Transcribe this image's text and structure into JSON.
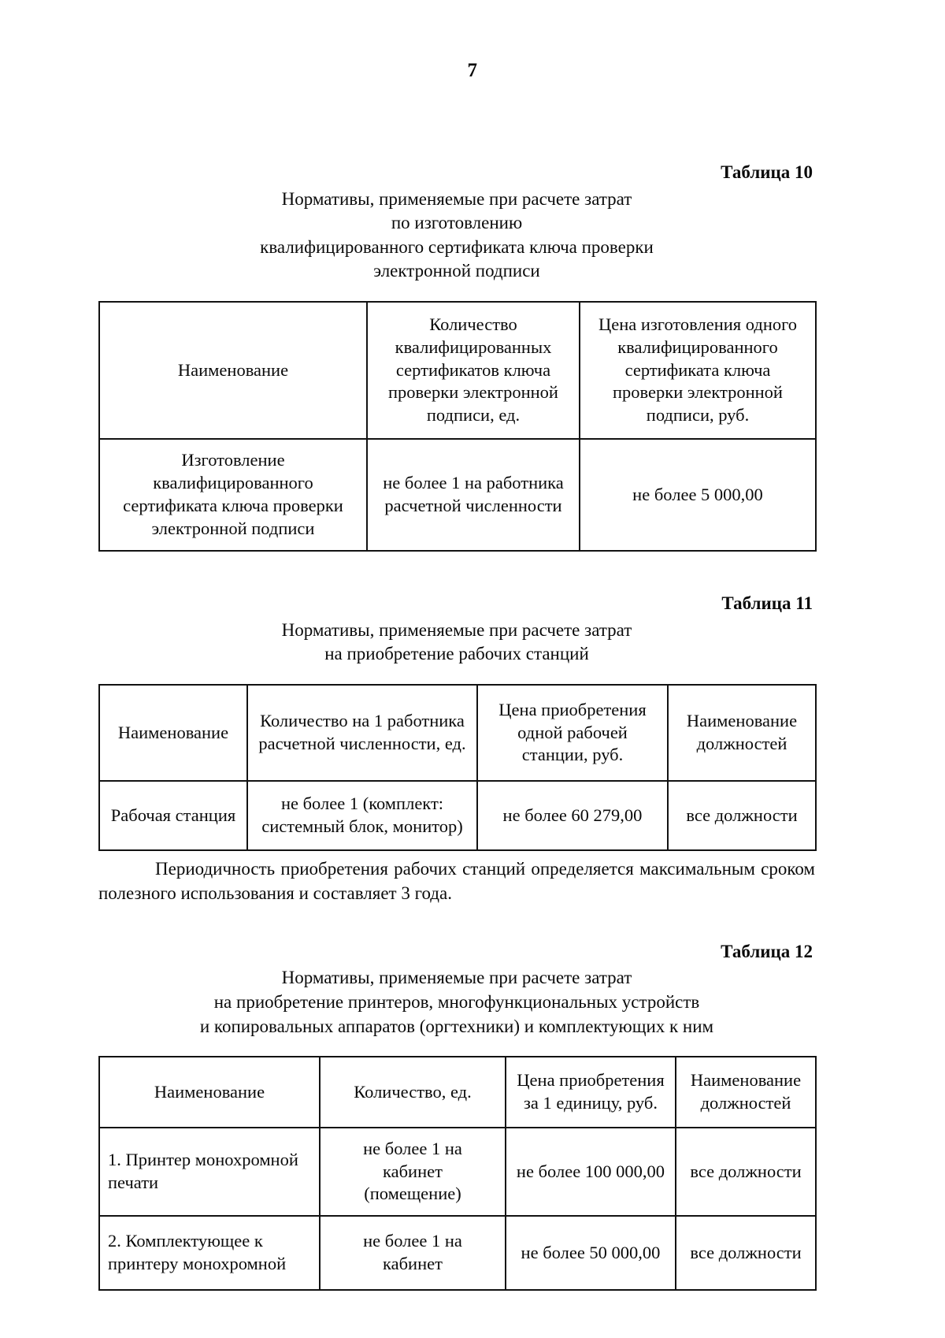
{
  "document": {
    "page_number": "7"
  },
  "tables": [
    {
      "label": "Таблица 10",
      "title_lines": [
        "Нормативы, применяемые при расчете затрат",
        "по изготовлению",
        "квалифицированного сертификата ключа проверки",
        "электронной подписи"
      ],
      "headers": [
        {
          "lines": [
            "Наименование"
          ]
        },
        {
          "lines": [
            "Количество",
            "квалифицированных",
            "сертификатов ключа",
            "проверки электронной",
            "подписи, ед."
          ]
        },
        {
          "lines": [
            "Цена изготовления одного",
            "квалифицированного",
            "сертификата ключа",
            "проверки электронной",
            "подписи, руб."
          ]
        }
      ],
      "rows": [
        {
          "cells": [
            {
              "lines": [
                "Изготовление",
                "квалифицированного",
                "сертификата ключа проверки",
                "электронной подписи"
              ]
            },
            {
              "lines": [
                "не более 1 на работника",
                "расчетной численности"
              ]
            },
            {
              "lines": [
                "не более 5 000,00"
              ]
            }
          ]
        }
      ]
    },
    {
      "label": "Таблица 11",
      "title_lines": [
        "Нормативы, применяемые при расчете затрат",
        "на приобретение рабочих станций"
      ],
      "headers": [
        {
          "lines": [
            "Наименование"
          ]
        },
        {
          "lines": [
            "Количество на 1 работника",
            "расчетной численности, ед."
          ]
        },
        {
          "lines": [
            "Цена приобретения",
            "одной рабочей",
            "станции, руб."
          ]
        },
        {
          "lines": [
            "Наименование",
            "должностей"
          ]
        }
      ],
      "rows": [
        {
          "cells": [
            {
              "lines": [
                "Рабочая станция"
              ]
            },
            {
              "lines": [
                "не более 1 (комплект:",
                "системный блок, монитор)"
              ]
            },
            {
              "lines": [
                "не более 60 279,00"
              ]
            },
            {
              "lines": [
                "все должности"
              ]
            }
          ]
        }
      ],
      "note": "Периодичность приобретения рабочих станций определяется максимальным сроком полезного использования и составляет 3 года."
    },
    {
      "label": "Таблица 12",
      "title_lines": [
        "Нормативы, применяемые при расчете затрат",
        "на приобретение принтеров, многофункциональных устройств",
        "и копировальных аппаратов (оргтехники) и комплектующих к ним"
      ],
      "headers": [
        {
          "lines": [
            "Наименование"
          ]
        },
        {
          "lines": [
            "Количество, ед."
          ]
        },
        {
          "lines": [
            "Цена приобретения",
            "за 1 единицу, руб."
          ]
        },
        {
          "lines": [
            "Наименование",
            "должностей"
          ]
        }
      ],
      "rows": [
        {
          "cells": [
            {
              "lines": [
                "1. Принтер монохромной",
                "печати"
              ]
            },
            {
              "lines": [
                "не более 1 на",
                "кабинет",
                "(помещение)"
              ]
            },
            {
              "lines": [
                "не более 100 000,00"
              ]
            },
            {
              "lines": [
                "все должности"
              ]
            }
          ]
        },
        {
          "cells": [
            {
              "lines": [
                "2. Комплектующее к",
                "принтеру монохромной"
              ]
            },
            {
              "lines": [
                "не более 1 на",
                "кабинет"
              ]
            },
            {
              "lines": [
                "не более 50 000,00"
              ]
            },
            {
              "lines": [
                "все должности"
              ]
            }
          ]
        }
      ]
    }
  ]
}
